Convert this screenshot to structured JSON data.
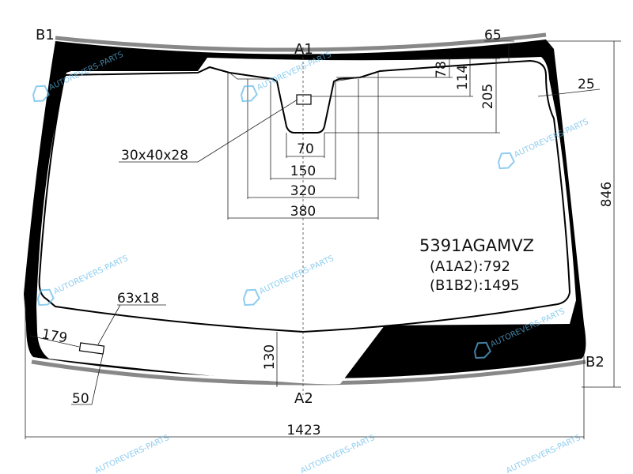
{
  "part_code": "5391AGAMVZ",
  "a1a2_label": "(A1A2):792",
  "b1b2_label": "(B1B2):1495",
  "points": {
    "a1": "A1",
    "a2": "A2",
    "b1": "B1",
    "b2": "B2"
  },
  "dimensions": {
    "top_margin": "65",
    "side_margin": "25",
    "height": "846",
    "width": "1423",
    "d78": "78",
    "d114": "114",
    "d205": "205",
    "d70": "70",
    "d150": "150",
    "d320": "320",
    "d380": "380",
    "sensor": "30x40x28",
    "vin_window": "63x18",
    "d179": "179",
    "d50": "50",
    "d130": "130"
  },
  "watermark": "AUTOREVERS-PARTS",
  "colors": {
    "glass_edge": "#000000",
    "shadow": "#888888",
    "watermark": "#5fb8e8"
  }
}
